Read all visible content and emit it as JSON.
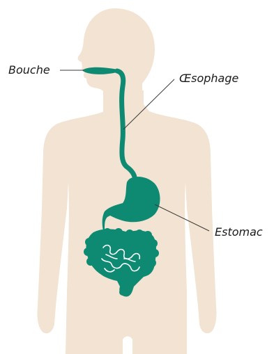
{
  "labels": {
    "mouth": "Bouche",
    "esophagus": "Œsophage",
    "stomach": "Estomac"
  },
  "colors": {
    "body": "#f2e3d3",
    "organ": "#0e8a72",
    "intestine_detail": "#ffffff",
    "leader_line": "#3a3a3a",
    "text": "#1a1a1a"
  }
}
